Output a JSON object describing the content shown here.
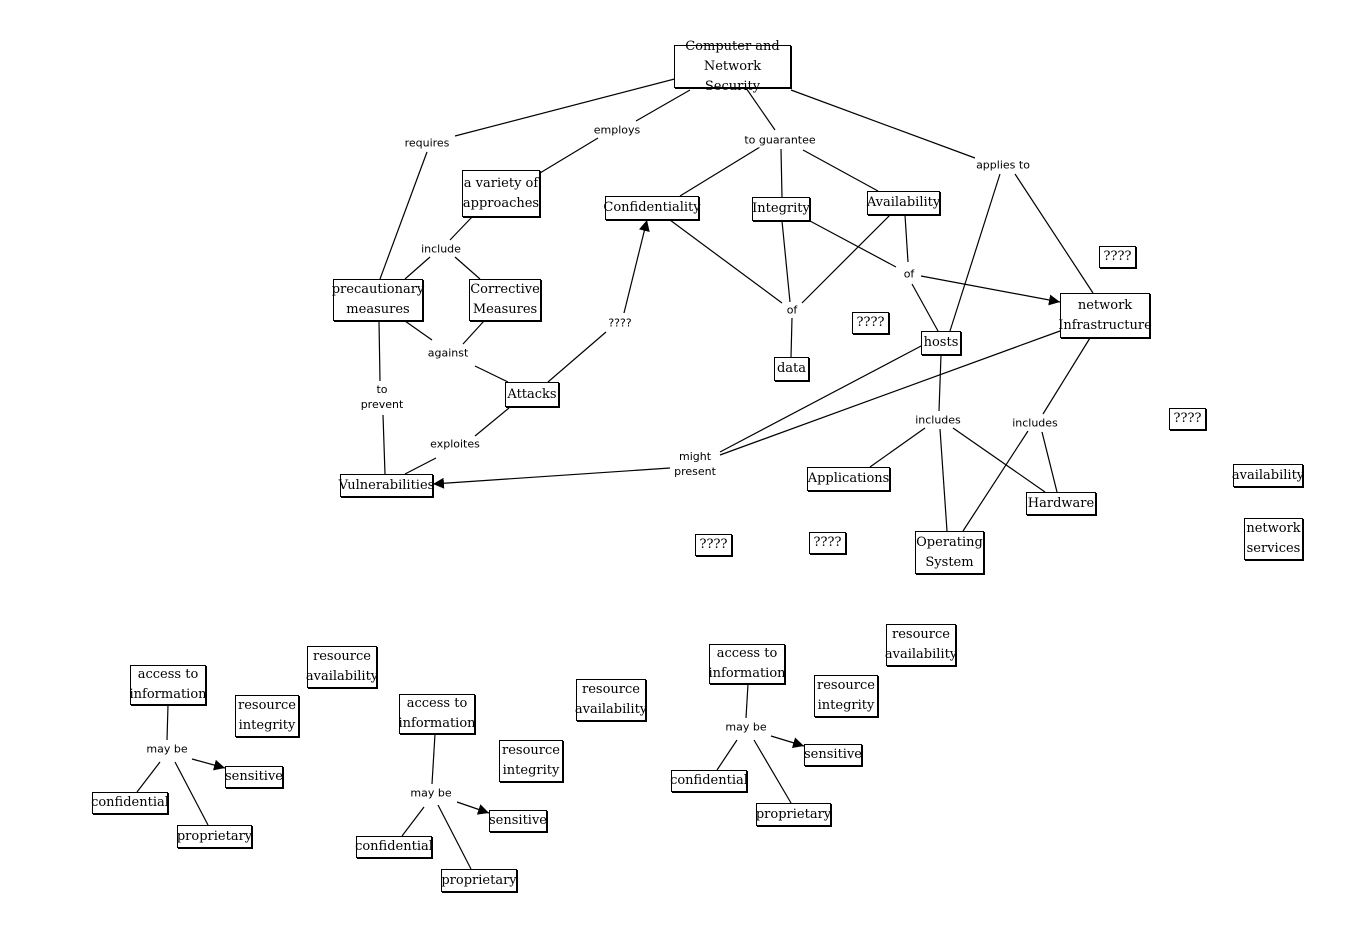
{
  "nodes": {
    "computer_network_security": "Computer and\nNetwork Security",
    "variety_of_approaches": "a variety of\napproaches",
    "confidentiality": "Confidentiality",
    "integrity": "Integrity",
    "availability": "Availability",
    "q_top_right": "????",
    "precautionary_measures": "precautionary\nmeasures",
    "corrective_measures": "Corrective\nMeasures",
    "q_middle": "????",
    "network_infrastructure": "network\nInfrastructure",
    "hosts": "hosts",
    "data": "data",
    "attacks": "Attacks",
    "q_right": "????",
    "vulnerabilities": "Vulnerabilities",
    "applications": "Applications",
    "availability_right": "availability",
    "hardware": "Hardware",
    "network_services": "network\nservices",
    "q_bottom_a": "????",
    "q_bottom_b": "????",
    "operating_system": "Operating\nSystem",
    "c1_access": "access to\ninformation",
    "c1_res_avail": "resource\navailability",
    "c1_res_integ": "resource\nintegrity",
    "c1_sensitive": "sensitive",
    "c1_confidential": "confidential",
    "c1_proprietary": "proprietary",
    "c2_access": "access to\ninformation",
    "c2_res_avail": "resource\navailability",
    "c2_res_integ": "resource\nintegrity",
    "c2_sensitive": "sensitive",
    "c2_confidential": "confidential",
    "c2_proprietary": "proprietary",
    "c3_access": "access to\ninformation",
    "c3_res_avail": "resource\navailability",
    "c3_res_integ": "resource\nintegrity",
    "c3_sensitive": "sensitive",
    "c3_confidential": "confidential",
    "c3_proprietary": "proprietary"
  },
  "links": {
    "requires": "requires",
    "employs": "employs",
    "to_guarantee": "to guarantee",
    "applies_to": "applies to",
    "include": "include",
    "of_right": "of",
    "against": "against",
    "q_attacks": "????",
    "of_data": "of",
    "to_prevent": "to\nprevent",
    "exploites": "exploites",
    "includes_hosts": "includes",
    "includes_net": "includes",
    "might_present": "might\npresent",
    "c1_maybe": "may be",
    "c2_maybe": "may be",
    "c3_maybe": "may be"
  }
}
